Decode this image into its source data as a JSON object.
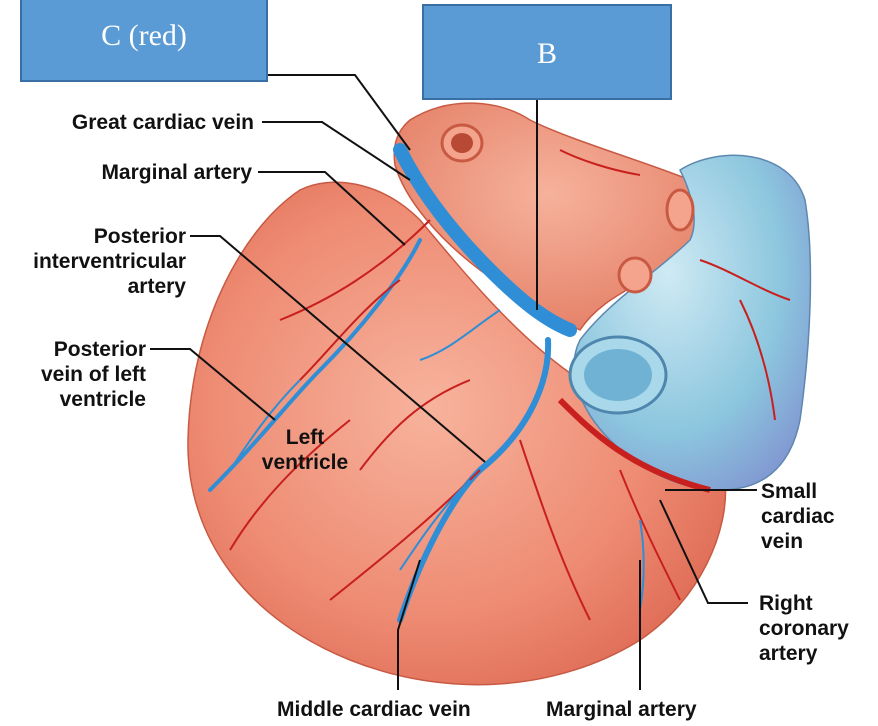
{
  "labels": {
    "great_cardiac_vein": "Great cardiac vein",
    "marginal_artery_left": "Marginal artery",
    "posterior_interventricular": [
      "Posterior",
      "interventricular",
      "artery"
    ],
    "posterior_vein": [
      "Posterior",
      "vein of left",
      "ventricle"
    ],
    "left_ventricle": [
      "Left",
      "ventricle"
    ],
    "small_cardiac_vein": [
      "Small",
      "cardiac",
      "vein"
    ],
    "right_coronary_artery": [
      "Right",
      "coronary",
      "artery"
    ],
    "middle_cardiac_vein": "Middle cardiac vein",
    "marginal_artery_bottom": "Marginal artery"
  },
  "boxes": {
    "c": "C (red)",
    "b": "B"
  },
  "colors": {
    "heart_fill": "#ee8a72",
    "heart_shadow": "#d9624c",
    "artery": "#c8201e",
    "vein": "#2f8ed6",
    "vessel_blue": "#9fd2e6",
    "box_fill": "#5b9bd5",
    "box_border": "#3a6fa6"
  }
}
